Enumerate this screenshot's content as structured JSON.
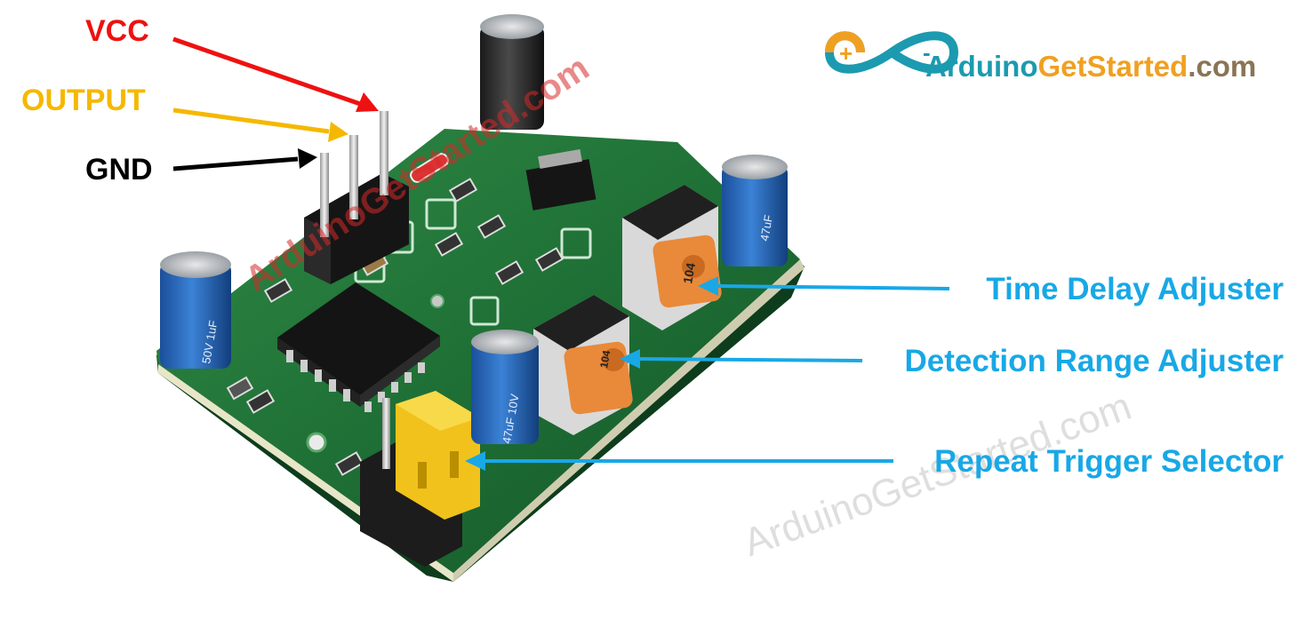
{
  "pin_labels": {
    "vcc": {
      "text": "VCC",
      "color": "#ee1111"
    },
    "output": {
      "text": "OUTPUT",
      "color": "#f5b800"
    },
    "gnd": {
      "text": "GND",
      "color": "#000000"
    }
  },
  "callouts": {
    "time_delay": "Time Delay Adjuster",
    "detection_range": "Detection Range Adjuster",
    "repeat_trigger": "Repeat Trigger Selector",
    "color": "#18a8e6"
  },
  "logo": {
    "part1": "Arduino",
    "part2": "GetStarted",
    "part3": ".com",
    "colors": {
      "part1": "#1c9ab0",
      "part2": "#f0a021",
      "part3": "#8a7455"
    }
  },
  "watermarks": {
    "board": "ArduinoGetStarted.com",
    "background": "ArduinoGetStarted.com"
  },
  "board_markings": {
    "pot_time": "104",
    "pot_range": "104",
    "cap_left": "50V 1uF",
    "cap_right": "47uF",
    "cap_front": "47uF 10V"
  }
}
